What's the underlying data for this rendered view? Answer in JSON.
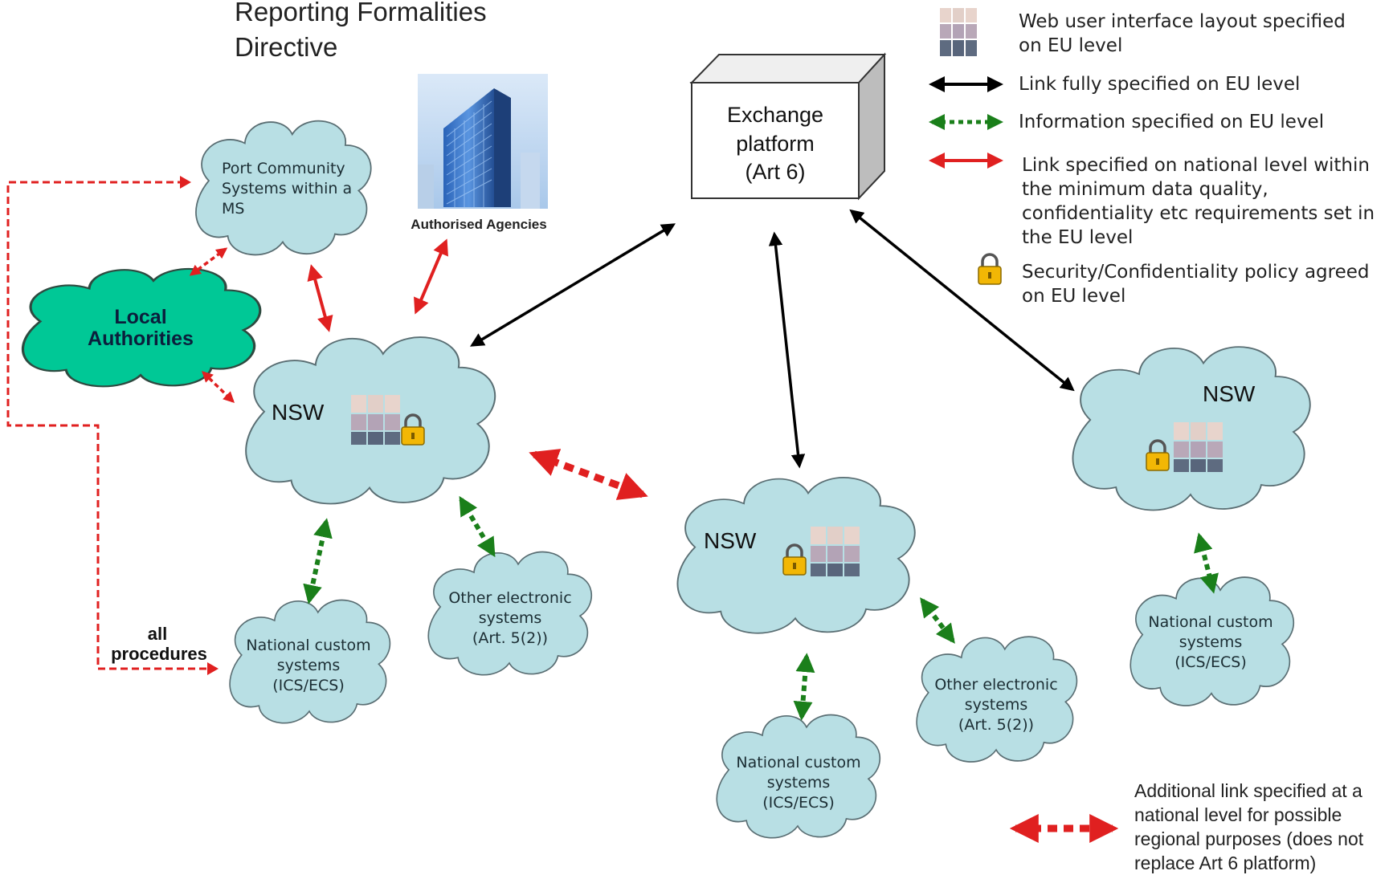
{
  "title": {
    "line1": "Reporting Formalities",
    "line2": "Directive"
  },
  "exchange_platform": {
    "line1": "Exchange",
    "line2": "platform",
    "line3": "(Art 6)"
  },
  "authorised_agencies": "Authorised Agencies",
  "port_community": {
    "line1": "Port Community",
    "line2": "Systems within a",
    "line3": "MS"
  },
  "local_authorities": {
    "line1": "Local",
    "line2": "Authorities"
  },
  "all_procedures": {
    "line1": "all",
    "line2": "procedures"
  },
  "nsw_label": "NSW",
  "national_custom": {
    "line1": "National custom",
    "line2": "systems",
    "line3": "(ICS/ECS)"
  },
  "other_electronic": {
    "line1": "Other electronic",
    "line2": "systems",
    "line3": "(Art. 5(2))"
  },
  "legend": {
    "web_ui": "Web user interface layout specified on EU level",
    "link_full": "Link fully specified on EU level",
    "info_spec": "Information specified on EU level",
    "link_national": "Link specified on national level within the minimum data quality, confidentiality etc requirements set in the EU level",
    "security": "Security/Confidentiality policy agreed on EU level",
    "additional": "Additional link specified at a national level for possible regional purposes (does not replace Art 6 platform)"
  },
  "colors": {
    "cloud_fill": "#b8dfe4",
    "cloud_stroke": "#5a6e73",
    "local_fill": "#00c896",
    "black_link": "#000000",
    "green_link": "#1a7f1a",
    "red_link": "#e02020"
  }
}
